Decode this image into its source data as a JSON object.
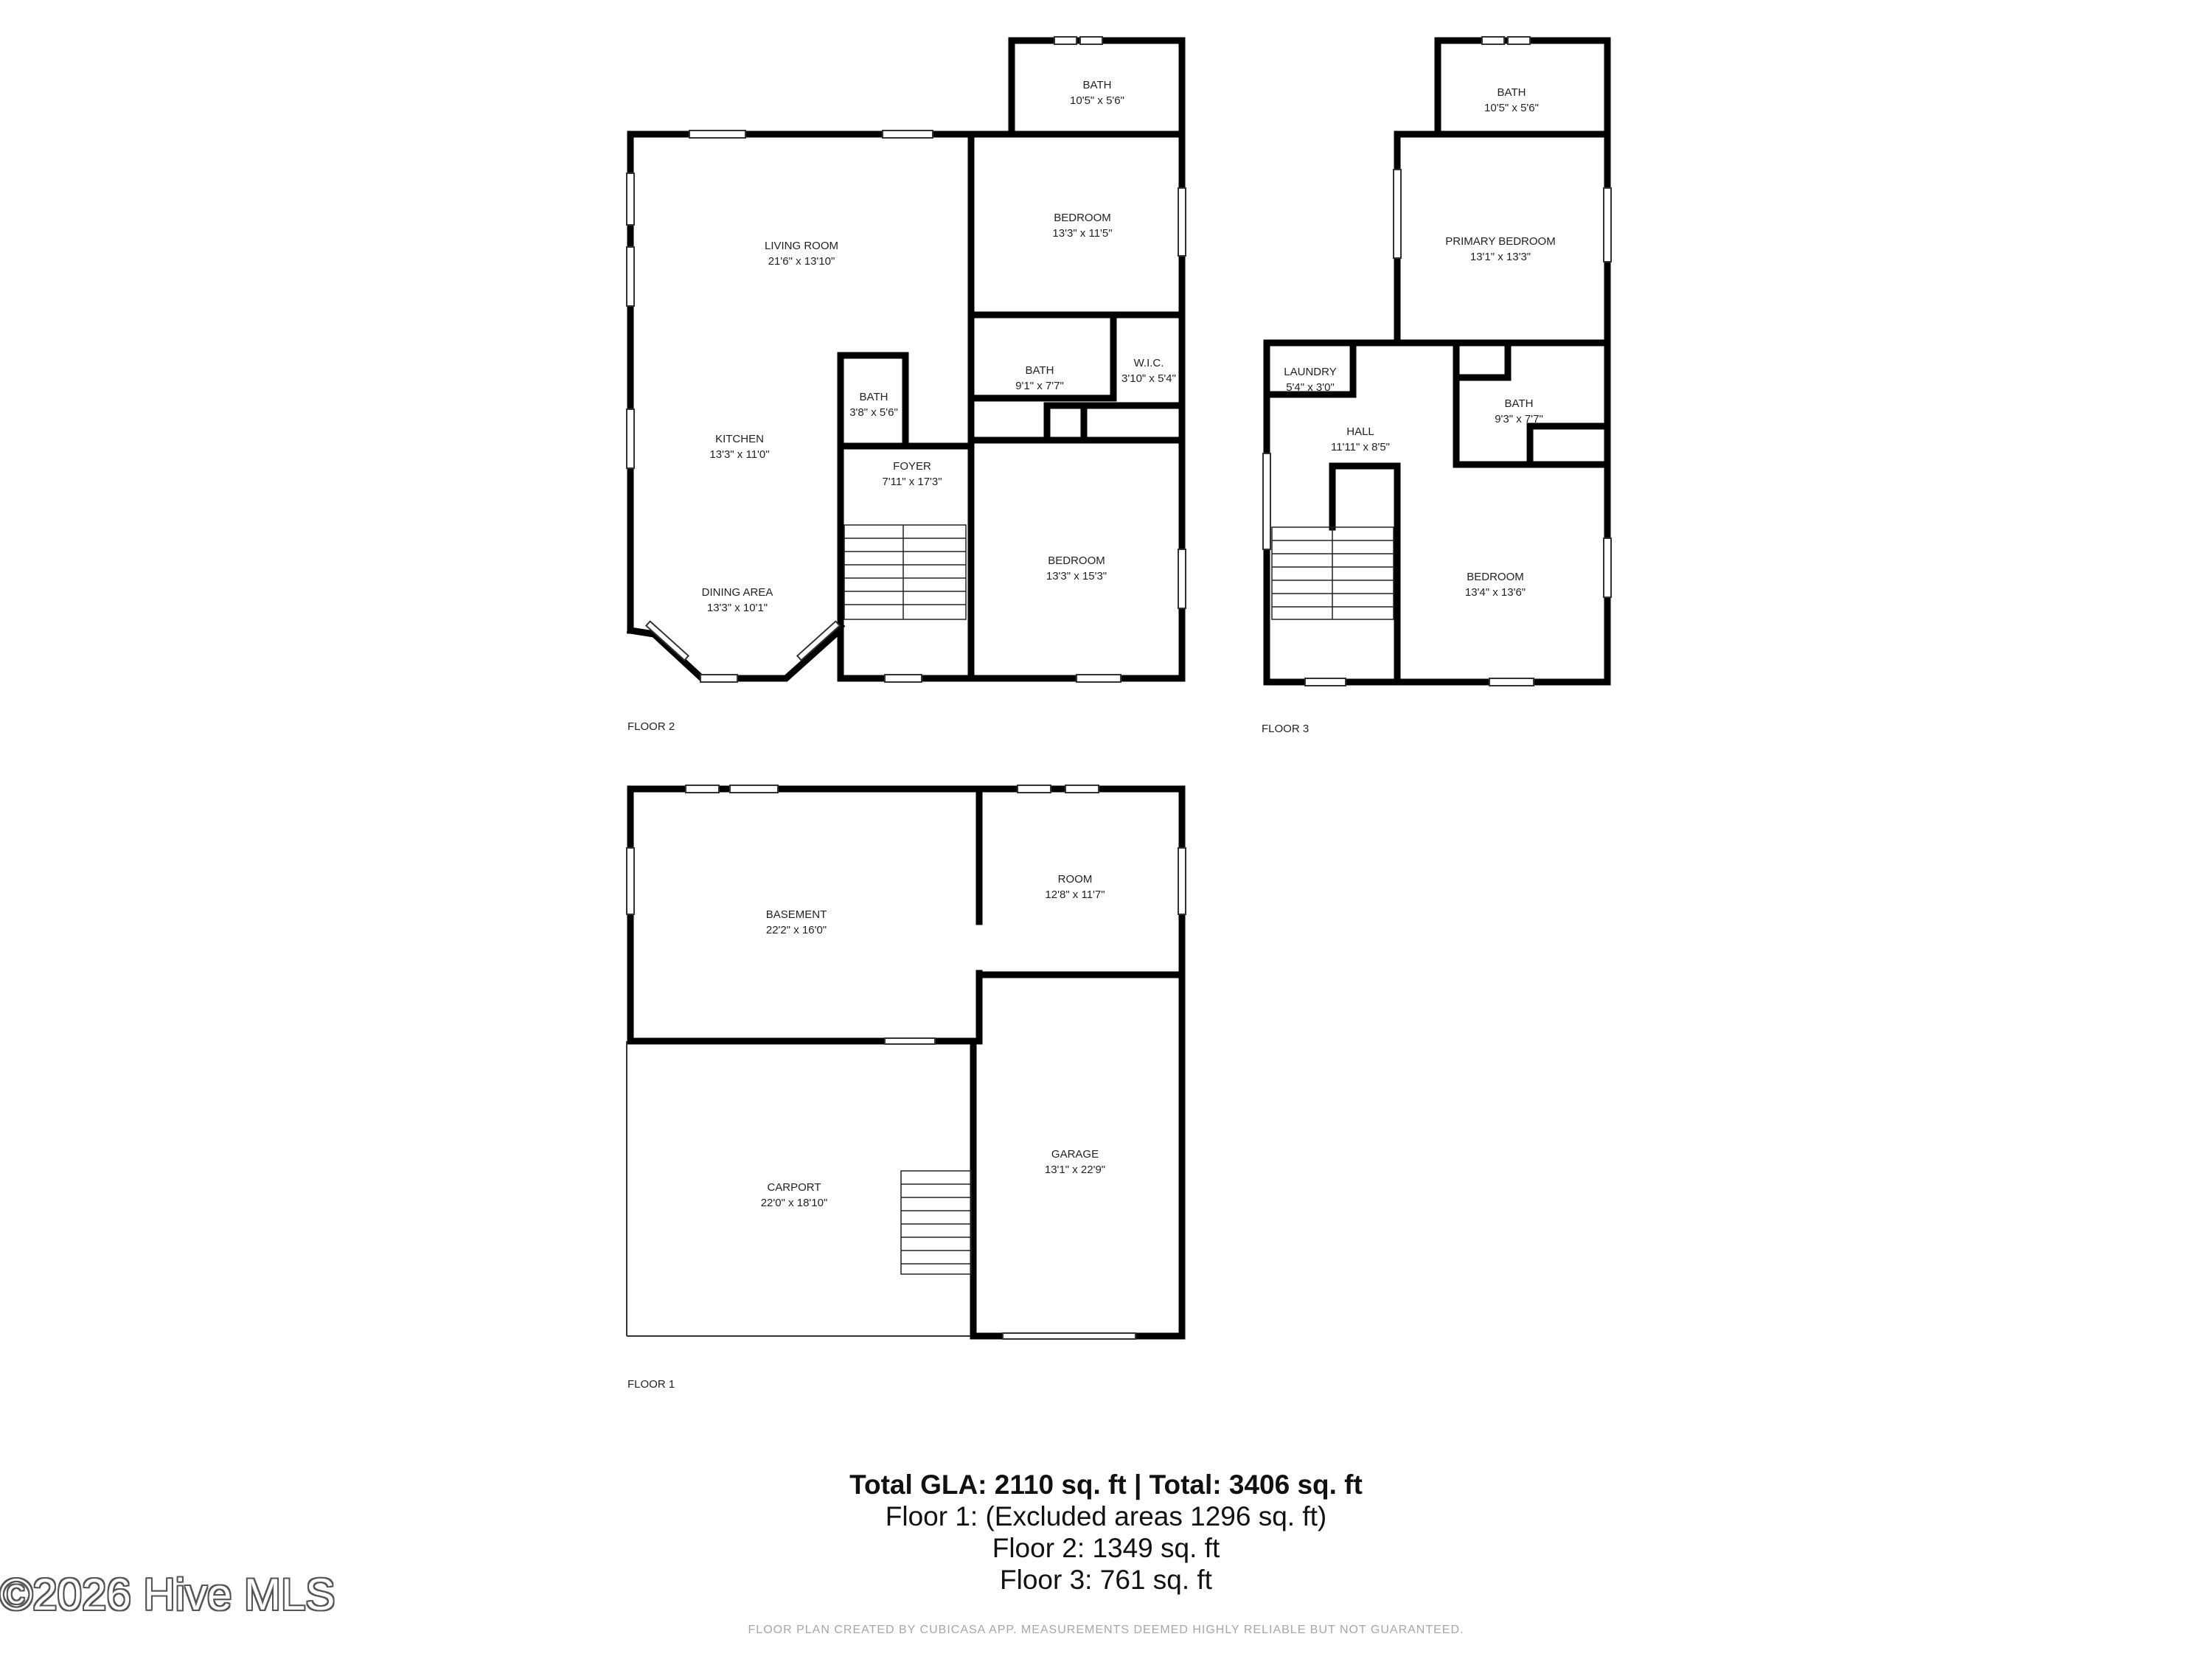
{
  "floor2": {
    "label": "FLOOR 2",
    "rooms": [
      {
        "name": "BATH",
        "dim": "10'5\" x 5'6\""
      },
      {
        "name": "LIVING ROOM",
        "dim": "21'6\" x 13'10\""
      },
      {
        "name": "BEDROOM",
        "dim": "13'3\" x 11'5\""
      },
      {
        "name": "BATH",
        "dim": "9'1\" x 7'7\""
      },
      {
        "name": "W.I.C.",
        "dim": "3'10\" x 5'4\""
      },
      {
        "name": "BATH",
        "dim": "3'8\" x 5'6\""
      },
      {
        "name": "KITCHEN",
        "dim": "13'3\" x 11'0\""
      },
      {
        "name": "FOYER",
        "dim": "7'11\" x 17'3\""
      },
      {
        "name": "BEDROOM",
        "dim": "13'3\" x 15'3\""
      },
      {
        "name": "DINING AREA",
        "dim": "13'3\" x 10'1\""
      }
    ]
  },
  "floor3": {
    "label": "FLOOR 3",
    "rooms": [
      {
        "name": "BATH",
        "dim": "10'5\" x 5'6\""
      },
      {
        "name": "PRIMARY BEDROOM",
        "dim": "13'1\" x 13'3\""
      },
      {
        "name": "LAUNDRY",
        "dim": "5'4\" x 3'0\""
      },
      {
        "name": "HALL",
        "dim": "11'11\" x 8'5\""
      },
      {
        "name": "BATH",
        "dim": "9'3\" x 7'7\""
      },
      {
        "name": "BEDROOM",
        "dim": "13'4\" x 13'6\""
      }
    ]
  },
  "floor1": {
    "label": "FLOOR 1",
    "rooms": [
      {
        "name": "BASEMENT",
        "dim": "22'2\" x 16'0\""
      },
      {
        "name": "ROOM",
        "dim": "12'8\" x 11'7\""
      },
      {
        "name": "CARPORT",
        "dim": "22'0\" x 18'10\""
      },
      {
        "name": "GARAGE",
        "dim": "13'1\" x 22'9\""
      }
    ]
  },
  "totals": {
    "main": "Total GLA: 2110 sq. ft | Total: 3406 sq. ft",
    "floor1": "Floor 1: (Excluded areas 1296 sq. ft)",
    "floor2": "Floor 2: 1349 sq. ft",
    "floor3": "Floor 3: 761 sq. ft"
  },
  "disclaimer": "FLOOR PLAN CREATED BY CUBICASA APP. MEASUREMENTS DEEMED HIGHLY RELIABLE BUT NOT GUARANTEED.",
  "watermark": "©2026 Hive MLS"
}
